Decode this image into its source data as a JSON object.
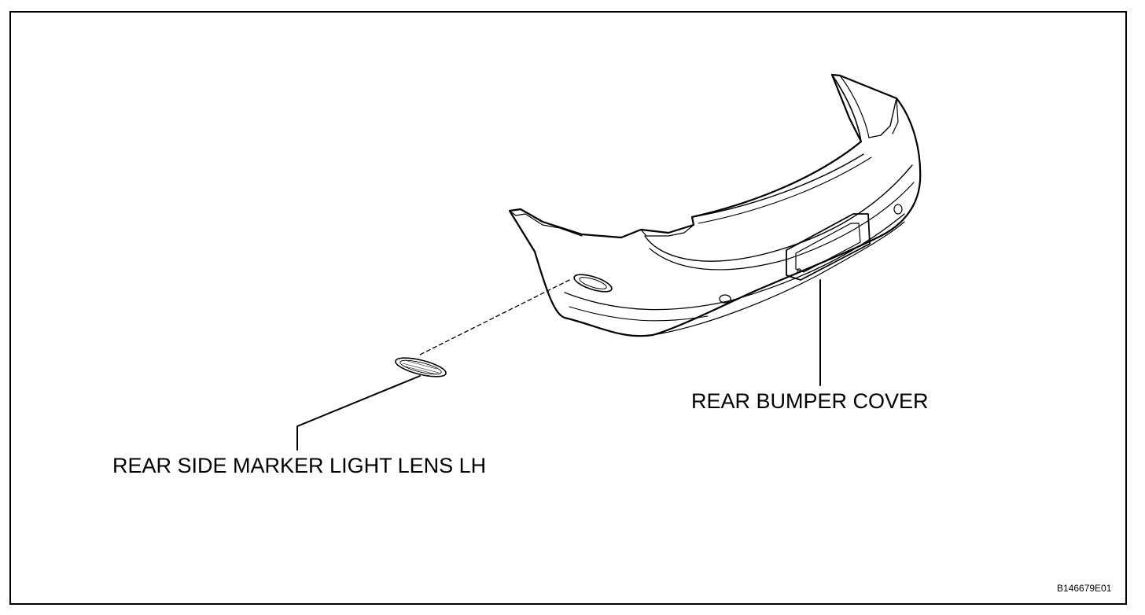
{
  "diagram": {
    "labels": {
      "bumper_cover": "REAR BUMPER COVER",
      "marker_lens": "REAR SIDE MARKER LIGHT LENS LH"
    },
    "figure_code": "B146679E01"
  },
  "colors": {
    "line": "#000000",
    "background": "#ffffff"
  }
}
